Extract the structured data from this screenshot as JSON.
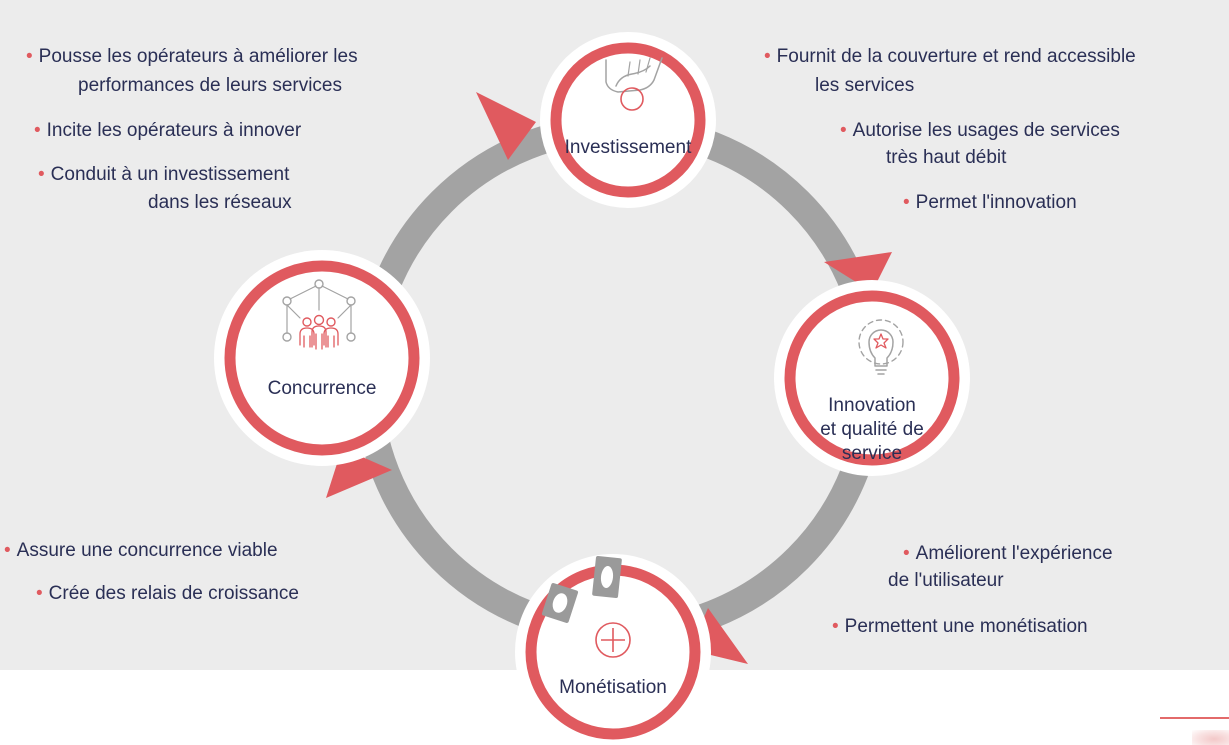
{
  "colors": {
    "accent": "#e05a5f",
    "ring": "#a3a3a3",
    "text": "#2a2f55",
    "background": "#ececec"
  },
  "nodes": {
    "investissement": {
      "label": "Investissement",
      "icon": "hand-coin-icon"
    },
    "innovation": {
      "label_lines": [
        "Innovation",
        "et qualité de",
        "service"
      ],
      "icon": "lightbulb-star-icon"
    },
    "monetisation": {
      "label": "Monétisation",
      "icon": "coins-plus-icon"
    },
    "concurrence": {
      "label": "Concurrence",
      "icon": "network-people-icon"
    }
  },
  "annotations": {
    "top_left": [
      {
        "lines": [
          "Pousse les opérateurs à améliorer les",
          "performances de leurs services"
        ]
      },
      {
        "lines": [
          "Incite les opérateurs à innover"
        ]
      },
      {
        "lines": [
          "Conduit à un investissement",
          "dans les réseaux"
        ]
      }
    ],
    "top_right": [
      {
        "lines": [
          "Fournit de la couverture et rend accessible",
          "les services"
        ]
      },
      {
        "lines": [
          "Autorise les usages de services",
          "très haut débit"
        ]
      },
      {
        "lines": [
          "Permet l'innovation"
        ]
      }
    ],
    "bottom_left": [
      {
        "lines": [
          "Assure une concurrence viable"
        ]
      },
      {
        "lines": [
          "Crée des relais de croissance"
        ]
      }
    ],
    "bottom_right": [
      {
        "lines": [
          "Améliorent l'expérience",
          "de l'utilisateur"
        ]
      },
      {
        "lines": [
          "Permettent une monétisation"
        ]
      }
    ]
  }
}
